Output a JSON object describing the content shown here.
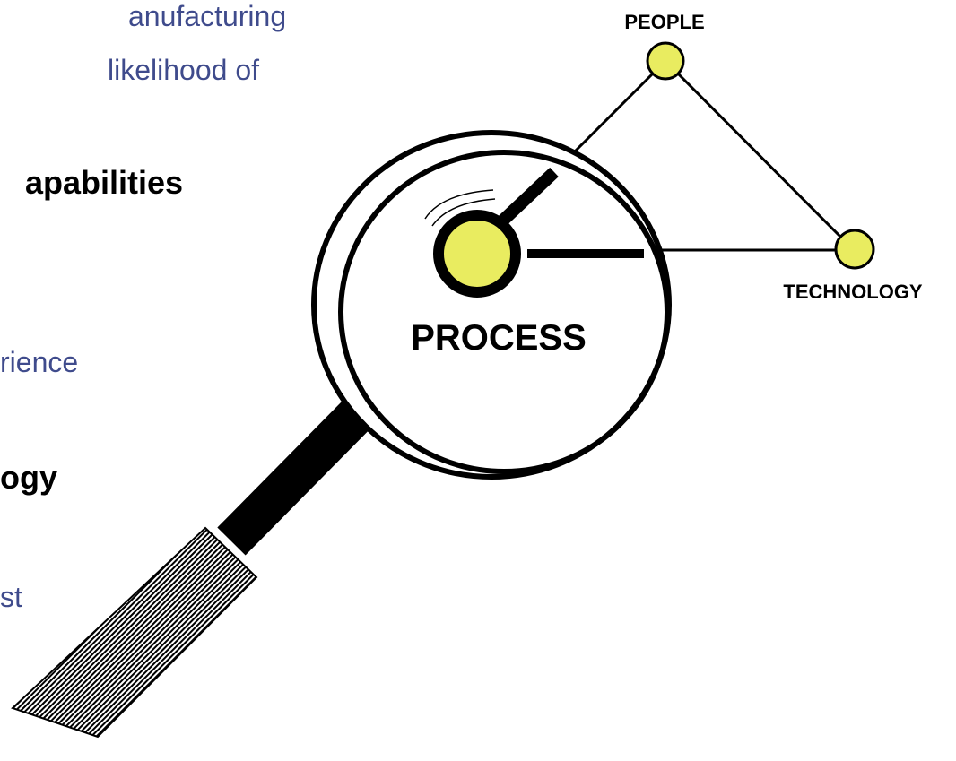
{
  "left_text": {
    "line1": "anufacturing",
    "line2": "likelihood of",
    "line3": "apabilities",
    "line4": "rience",
    "line5": "ogy",
    "line6": "st"
  },
  "diagram": {
    "people_label": "PEOPLE",
    "technology_label": "TECHNOLOGY",
    "process_label": "PROCESS",
    "node_color": "#e9ec60",
    "line_color": "#000000"
  }
}
